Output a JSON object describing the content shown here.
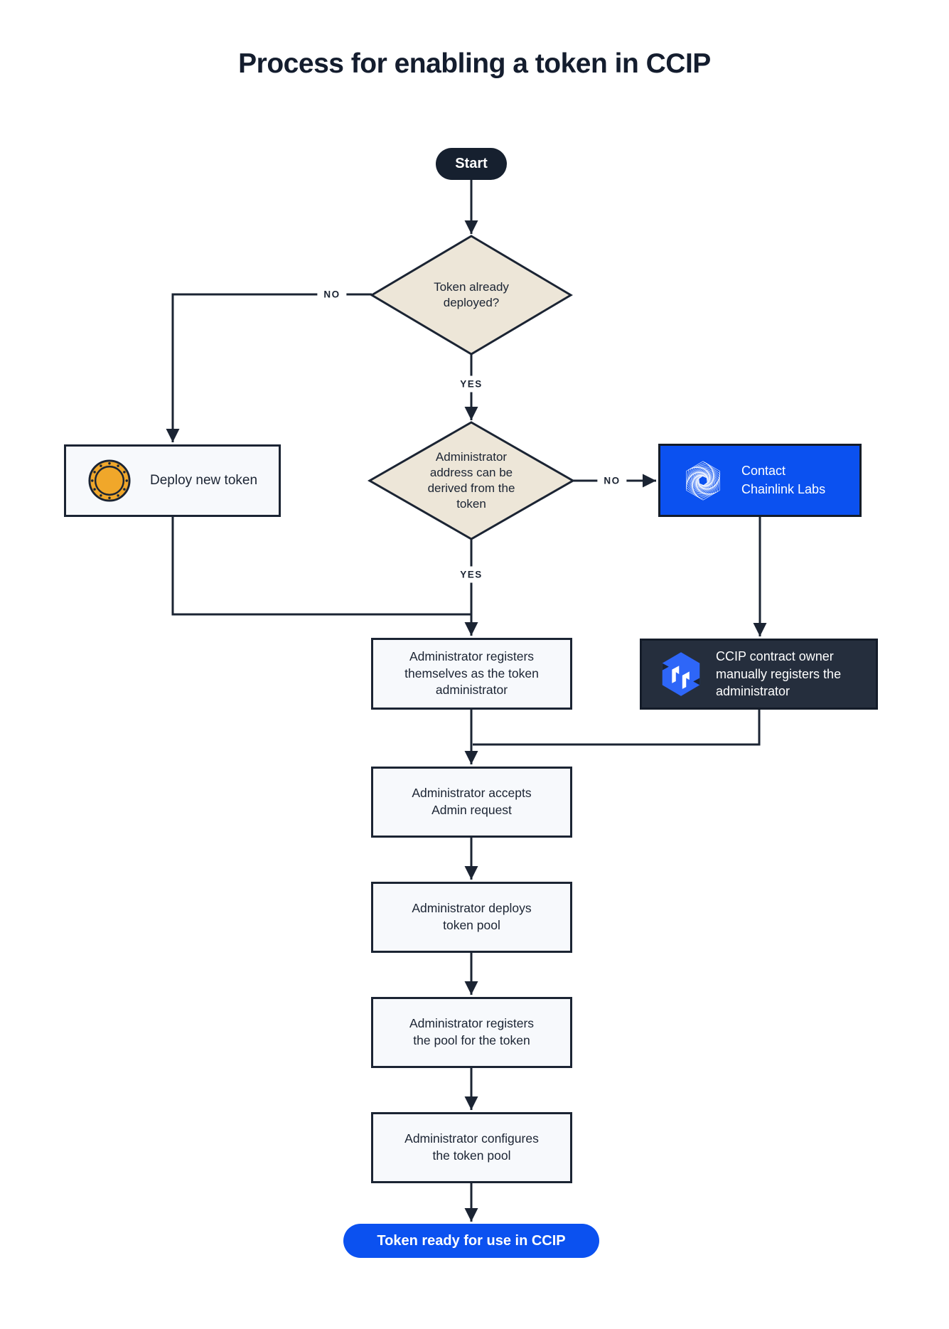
{
  "title": "Process for enabling a token in CCIP",
  "flow": {
    "start": "Start",
    "d1": {
      "q": "Token already deployed?",
      "no": "NO",
      "yes": "YES"
    },
    "deploy": "Deploy new token",
    "d2": {
      "q": "Administrator address can be derived from the token",
      "no": "NO",
      "yes": "YES"
    },
    "contact": "Contact Chainlink Labs",
    "ccip_owner": "CCIP contract owner manually registers the administrator",
    "register_self": "Administrator registers themselves as the token administrator",
    "accept": "Administrator accepts Admin request",
    "deploy_pool": "Administrator deploys token pool",
    "register_pool": "Administrator registers the pool for the token",
    "configure_pool": "Administrator configures the token pool",
    "end": "Token ready for use in CCIP"
  },
  "icons": {
    "coin": "coin-icon",
    "chainlink": "chainlink-labs-logo",
    "ccip": "ccip-logo"
  },
  "colors": {
    "accent_blue": "#0b51f0",
    "ink": "#1b2433",
    "diamond_fill": "#ede6d8",
    "process_fill": "#f7f9fc",
    "dark_box": "#252e3d",
    "coin_gold": "#f0a72a"
  }
}
